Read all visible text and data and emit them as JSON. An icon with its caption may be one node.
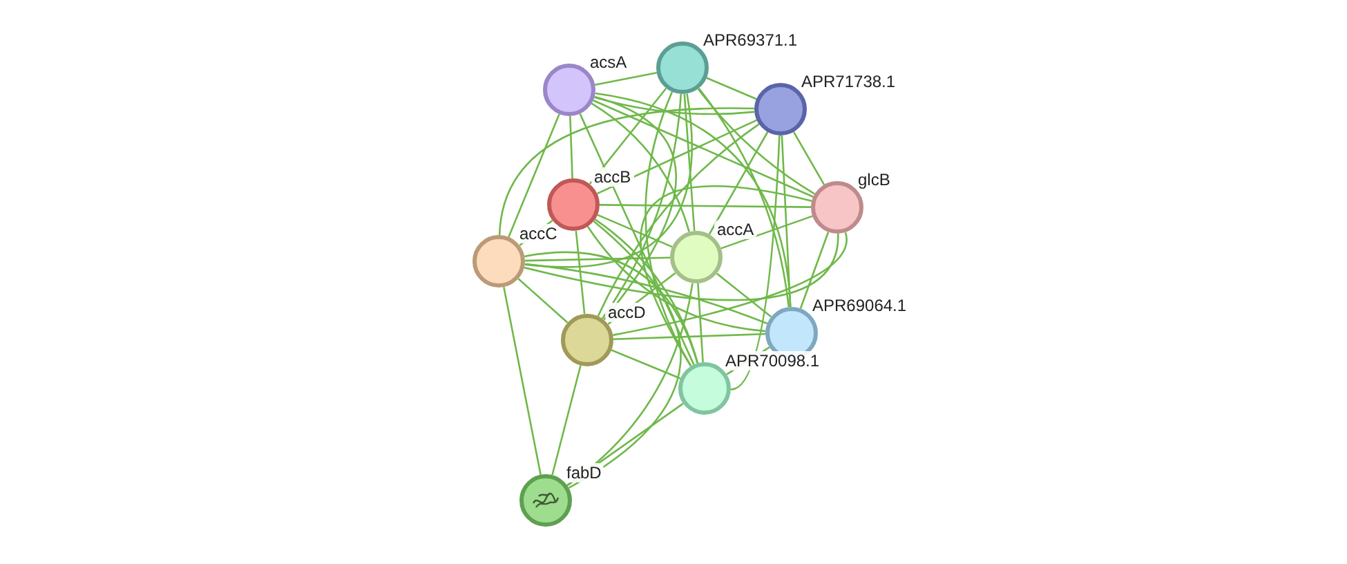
{
  "diagram": {
    "nodes": [
      {
        "text": [
          "acsA"
        ]
      },
      {
        "text": [
          "APR69371.1"
        ]
      },
      {
        "text": [
          "APR71738.1"
        ]
      },
      {
        "text": [
          "glcB"
        ]
      },
      {
        "text": [
          "accB"
        ]
      },
      {
        "text": [
          "accC"
        ]
      },
      {
        "text": [
          "accA"
        ]
      },
      {
        "text": [
          "APR69064.1"
        ]
      },
      {
        "text": [
          "accD"
        ]
      },
      {
        "text": [
          "APR70098.1"
        ]
      },
      {
        "text": [
          "fabD"
        ]
      }
    ],
    "edges": [
      {
        "from": 0,
        "to": 1,
        "arrow": "none"
      },
      {
        "from": 0,
        "to": 2,
        "arrow": "none"
      },
      {
        "from": 0,
        "to": 3,
        "arrow": "none"
      },
      {
        "from": 0,
        "to": 4,
        "arrow": "none"
      },
      {
        "from": 0,
        "to": 5,
        "arrow": "none"
      },
      {
        "from": 0,
        "to": 6,
        "arrow": "none"
      },
      {
        "from": 0,
        "to": 7,
        "arrow": "none"
      },
      {
        "from": 0,
        "to": 8,
        "arrow": "none"
      },
      {
        "from": 0,
        "to": 9,
        "arrow": "none"
      },
      {
        "from": 1,
        "to": 2,
        "arrow": "none"
      },
      {
        "from": 1,
        "to": 3,
        "arrow": "none"
      },
      {
        "from": 1,
        "to": 4,
        "arrow": "none"
      },
      {
        "from": 1,
        "to": 5,
        "arrow": "none"
      },
      {
        "from": 1,
        "to": 6,
        "arrow": "none"
      },
      {
        "from": 1,
        "to": 7,
        "arrow": "none"
      },
      {
        "from": 1,
        "to": 8,
        "arrow": "none"
      },
      {
        "from": 1,
        "to": 9,
        "arrow": "none"
      },
      {
        "from": 2,
        "to": 3,
        "arrow": "none"
      },
      {
        "from": 2,
        "to": 4,
        "arrow": "none"
      },
      {
        "from": 2,
        "to": 5,
        "arrow": "none"
      },
      {
        "from": 2,
        "to": 6,
        "arrow": "none"
      },
      {
        "from": 2,
        "to": 7,
        "arrow": "none"
      },
      {
        "from": 2,
        "to": 8,
        "arrow": "none"
      },
      {
        "from": 2,
        "to": 9,
        "arrow": "none"
      },
      {
        "from": 3,
        "to": 4,
        "arrow": "none"
      },
      {
        "from": 3,
        "to": 5,
        "arrow": "none"
      },
      {
        "from": 3,
        "to": 6,
        "arrow": "none"
      },
      {
        "from": 3,
        "to": 7,
        "arrow": "none"
      },
      {
        "from": 3,
        "to": 8,
        "arrow": "none"
      },
      {
        "from": 3,
        "to": 9,
        "arrow": "none"
      },
      {
        "from": 4,
        "to": 5,
        "arrow": "none"
      },
      {
        "from": 4,
        "to": 6,
        "arrow": "none"
      },
      {
        "from": 4,
        "to": 7,
        "arrow": "none"
      },
      {
        "from": 4,
        "to": 8,
        "arrow": "none"
      },
      {
        "from": 4,
        "to": 9,
        "arrow": "none"
      },
      {
        "from": 4,
        "to": 10,
        "arrow": "none"
      },
      {
        "from": 5,
        "to": 6,
        "arrow": "none"
      },
      {
        "from": 5,
        "to": 7,
        "arrow": "none"
      },
      {
        "from": 5,
        "to": 8,
        "arrow": "none"
      },
      {
        "from": 5,
        "to": 9,
        "arrow": "none"
      },
      {
        "from": 5,
        "to": 10,
        "arrow": "none"
      },
      {
        "from": 6,
        "to": 7,
        "arrow": "none"
      },
      {
        "from": 6,
        "to": 8,
        "arrow": "none"
      },
      {
        "from": 6,
        "to": 9,
        "arrow": "none"
      },
      {
        "from": 6,
        "to": 10,
        "arrow": "none"
      },
      {
        "from": 7,
        "to": 8,
        "arrow": "none"
      },
      {
        "from": 7,
        "to": 9,
        "arrow": "none"
      },
      {
        "from": 8,
        "to": 9,
        "arrow": "none"
      },
      {
        "from": 8,
        "to": 10,
        "arrow": "none"
      },
      {
        "from": 9,
        "to": 10,
        "arrow": "none"
      }
    ]
  }
}
